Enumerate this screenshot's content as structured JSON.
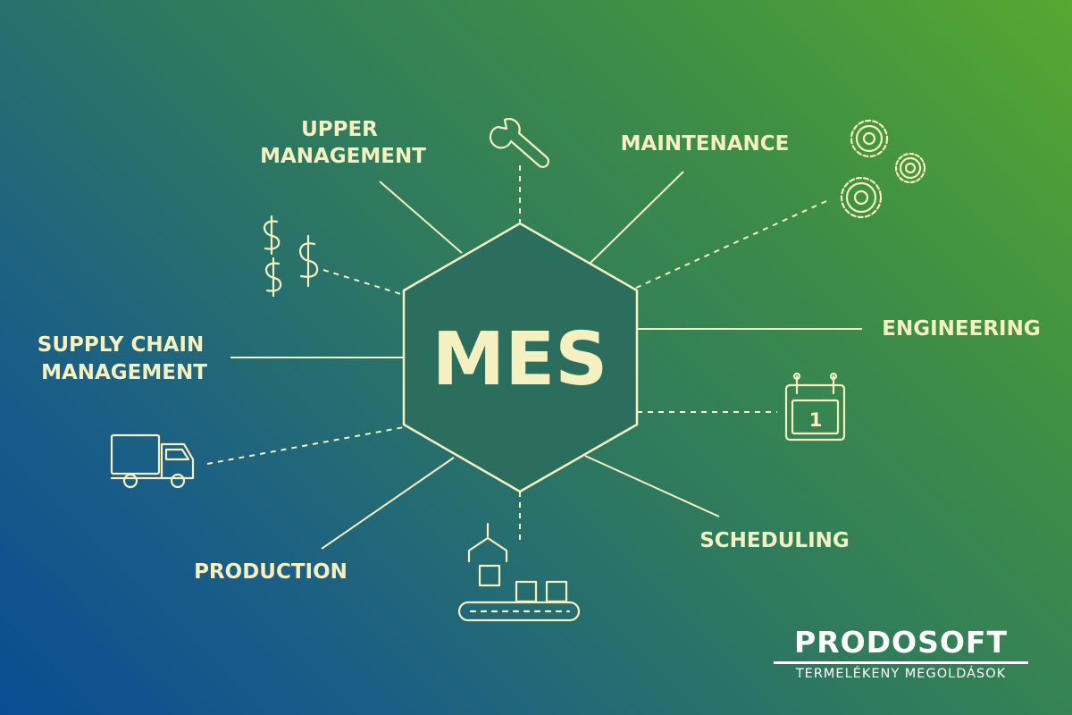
{
  "center": {
    "title": "MES"
  },
  "nodes": {
    "upper_management": {
      "lines": [
        "UPPER",
        "MANAGEMENT"
      ]
    },
    "maintenance": {
      "lines": [
        "MAINTENANCE"
      ]
    },
    "engineering": {
      "lines": [
        "ENGINEERING"
      ]
    },
    "supply_chain": {
      "lines": [
        "SUPPLY CHAIN",
        "MANAGEMENT"
      ]
    },
    "production": {
      "lines": [
        "PRODUCTION"
      ]
    },
    "scheduling": {
      "lines": [
        "SCHEDULING"
      ]
    }
  },
  "icons": {
    "calendar_day": "1",
    "names": [
      "wrench-icon",
      "gears-icon",
      "dollar-icon",
      "calendar-icon",
      "truck-icon",
      "conveyor-robot-icon"
    ]
  },
  "colors": {
    "line": "#f5f0c0",
    "text": "#f5f0c0",
    "gradient_start": "#0a4d92",
    "gradient_end": "#55a830"
  },
  "brand": {
    "name": "PRODOSOFT",
    "tagline": "TERMELÉKENY MEGOLDÁSOK"
  }
}
